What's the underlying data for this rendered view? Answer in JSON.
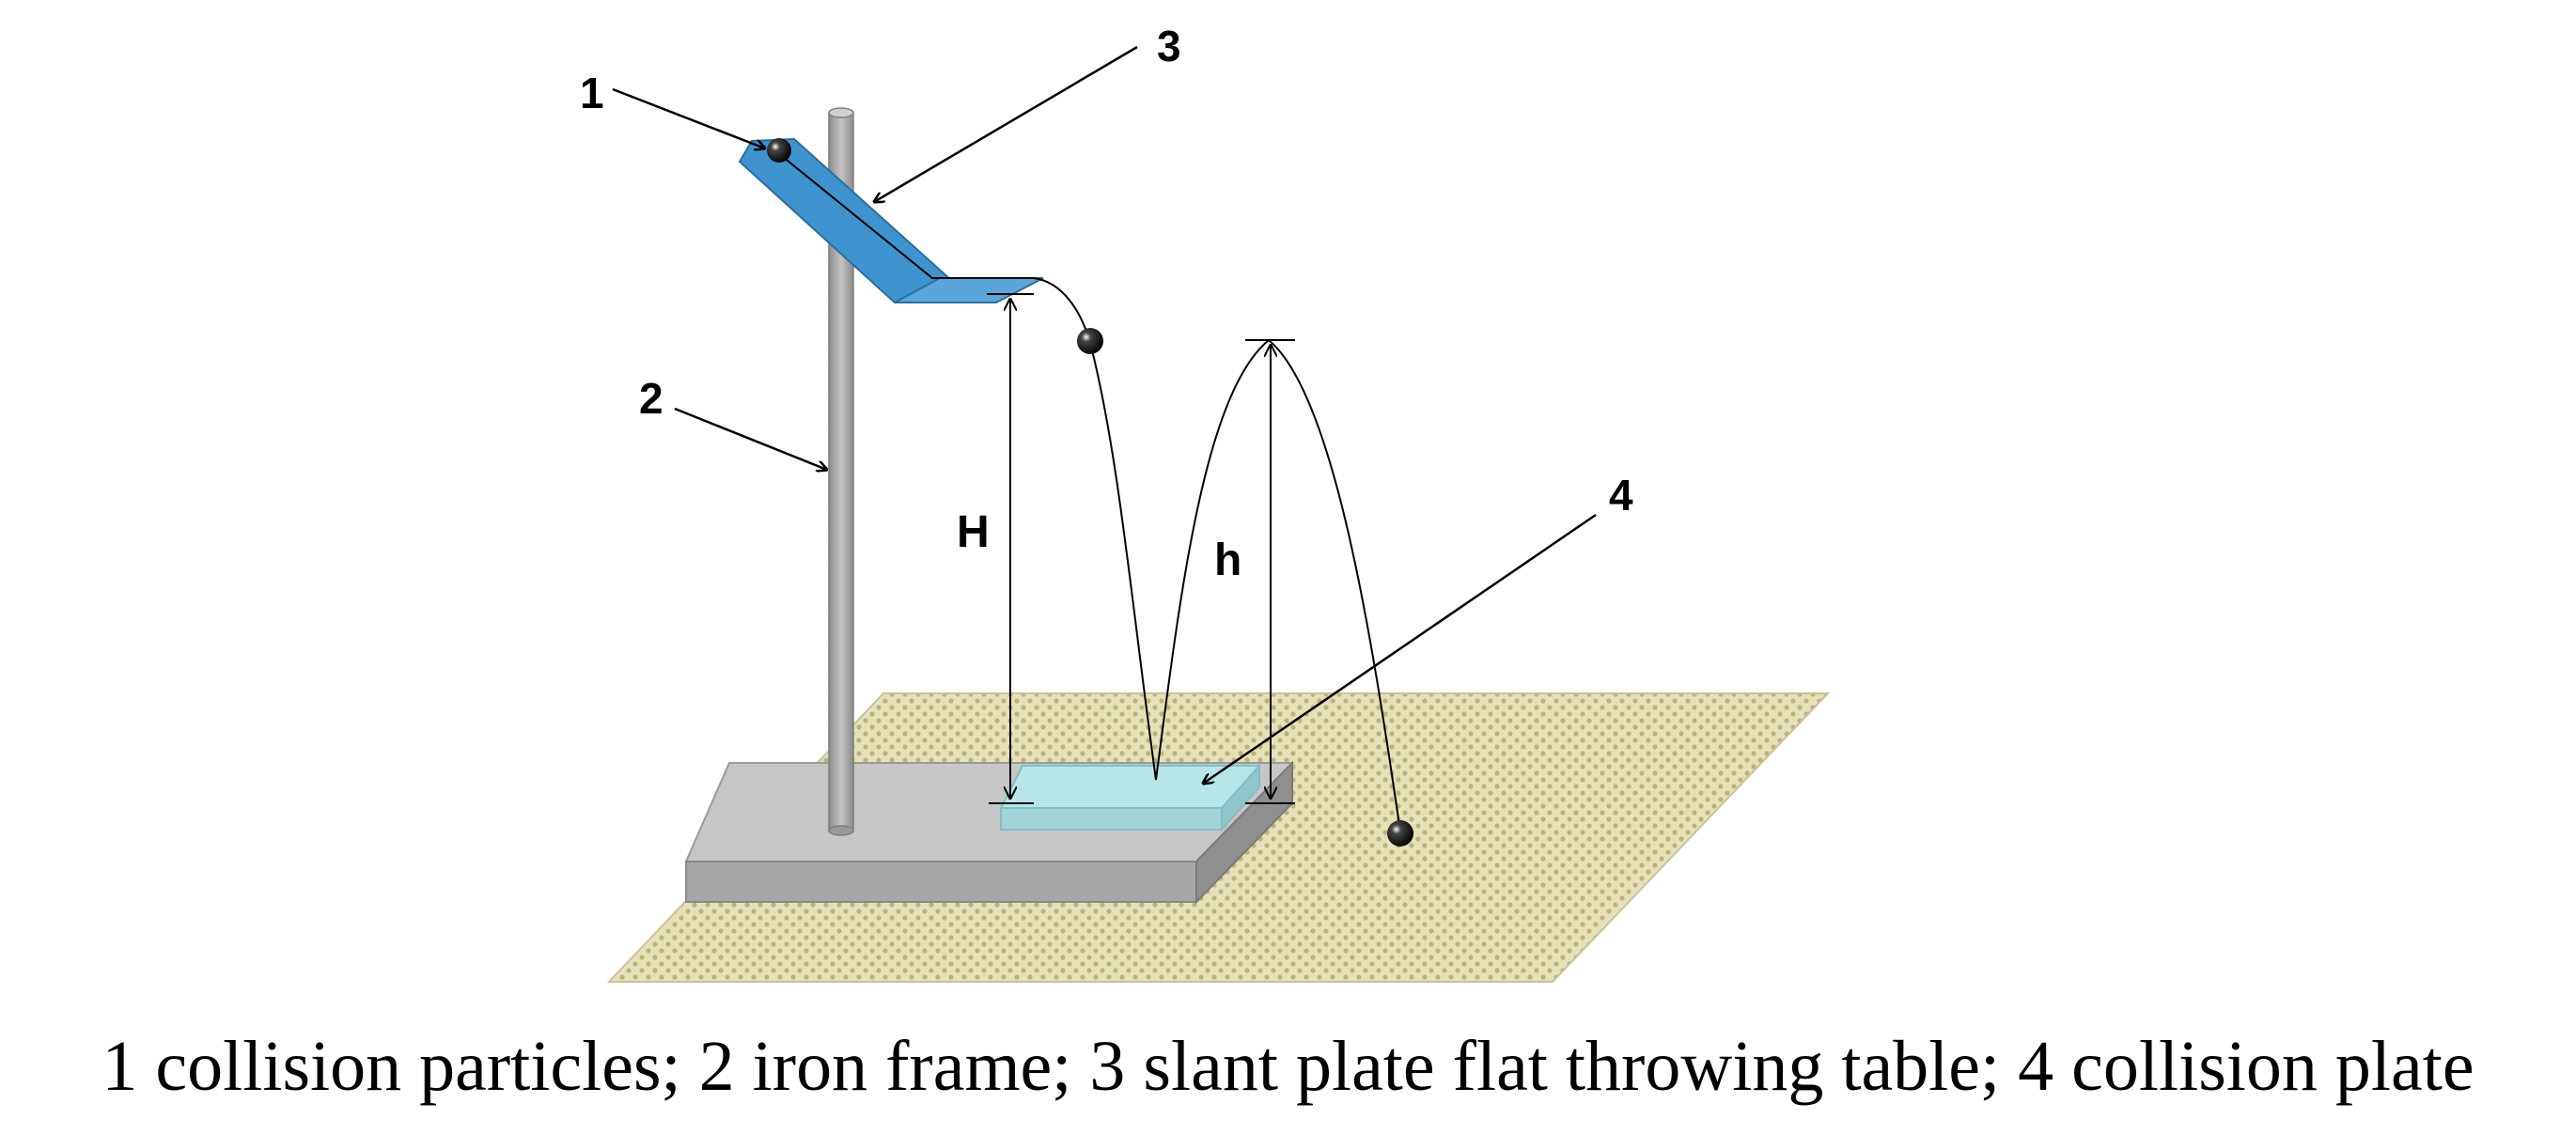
{
  "figure": {
    "callouts": [
      {
        "id": "1",
        "text": "1"
      },
      {
        "id": "2",
        "text": "2"
      },
      {
        "id": "3",
        "text": "3"
      },
      {
        "id": "4",
        "text": "4"
      }
    ],
    "dimensions": {
      "release_height_label": "H",
      "rebound_height_label": "h"
    }
  },
  "caption": "1 collision particles; 2 iron frame; 3 slant plate flat throwing table; 4 collision plate",
  "colors": {
    "ground_fill": "#e6e2b8",
    "ground_pattern": "#b9b47c",
    "base_top": "#c6c6c6",
    "base_front": "#a7a7a7",
    "base_side": "#8f8f8f",
    "pole": "#a8a8a8",
    "slant_plate": "#3f93cf",
    "collision_plate_top": "#b6e6e8",
    "collision_plate_edge": "#9fd3d6",
    "particle": "#111111"
  }
}
